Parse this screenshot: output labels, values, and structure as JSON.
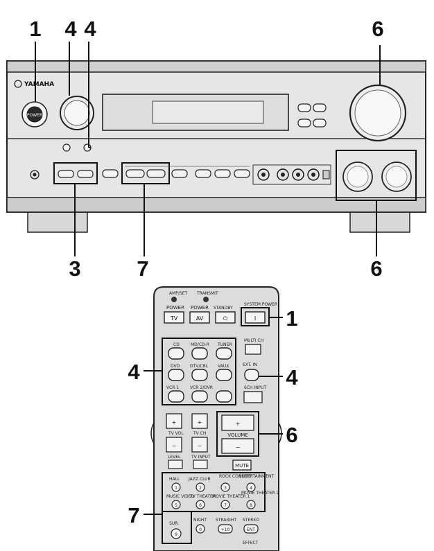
{
  "callouts": {
    "receiver_top": [
      "1",
      "4",
      "4",
      "6"
    ],
    "receiver_bottom": [
      "3",
      "7",
      "6"
    ],
    "remote": [
      "1",
      "4",
      "4",
      "6",
      "7"
    ]
  },
  "receiver": {
    "power_button_label": "POWER",
    "brand": "YAMAHA"
  },
  "remote": {
    "top_labels": [
      "AMP/SET",
      "TRANSMIT"
    ],
    "power_labels": [
      "POWER",
      "POWER",
      "STANDBY",
      "SYSTEM POWER"
    ],
    "power_buttons": [
      "TV",
      "AV",
      "⏻",
      "I"
    ],
    "input_labels": [
      "CD",
      "MD/CD-R",
      "TUNER",
      "DVD",
      "DTV/CBL",
      "VAUX",
      "VCR 1",
      "VCR 2/DVR"
    ],
    "side_labels": [
      "MULTI CH",
      "EXT. IN",
      "6CH INPUT"
    ],
    "vol_left_labels": [
      "TV VOL",
      "TV CH"
    ],
    "volume_label": "VOLUME",
    "mute_label": "MUTE",
    "level_labels": [
      "LEVEL",
      "TV INPUT"
    ],
    "mode_top_labels": [
      "HALL",
      "JAZZ CLUB",
      "ROCK CONCERT",
      "ENTERTAINMENT"
    ],
    "mode_mid_labels": [
      "MUSIC VIDEO",
      "TV THEATER",
      "MOVIE THEATER 1",
      "MOVIE THEATER 2"
    ],
    "mode_bot_labels": [
      "SUR.",
      "NIGHT",
      "STRAIGHT",
      "STEREO"
    ],
    "mode_bottom_extra": [
      "EFFECT"
    ],
    "mode_numbers": [
      "1",
      "2",
      "3",
      "4",
      "5",
      "6",
      "7",
      "8",
      "9",
      "0",
      "+10",
      "ENT"
    ]
  }
}
